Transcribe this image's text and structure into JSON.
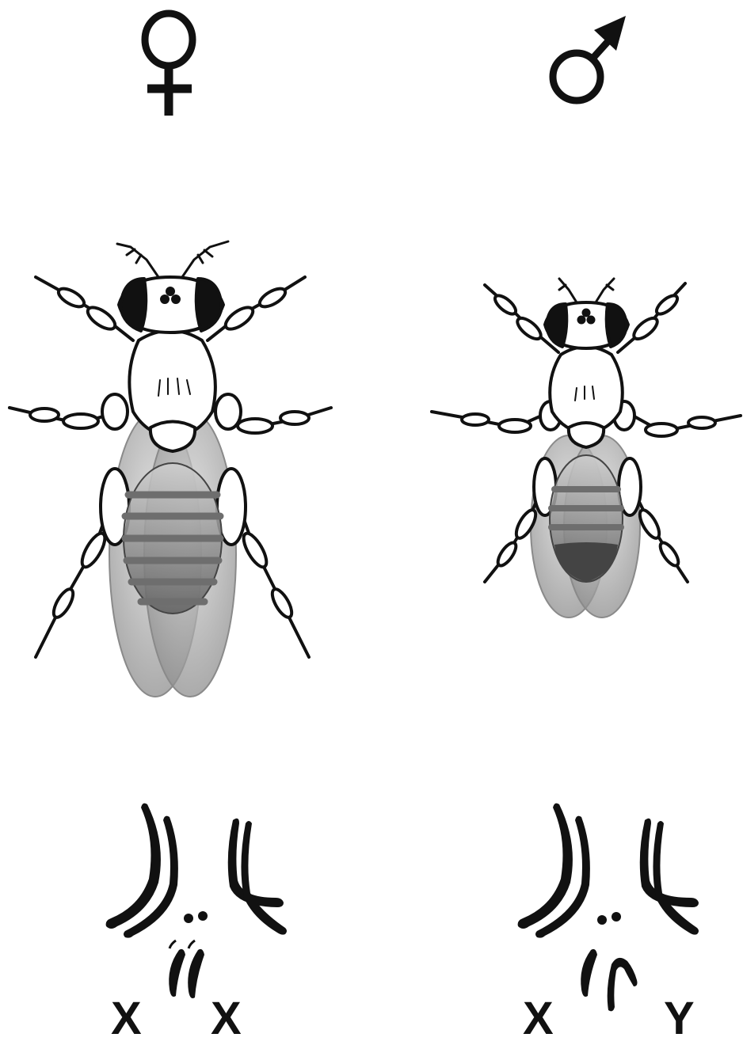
{
  "female": {
    "symbol": "female-symbol",
    "chromosome_labels": [
      "X",
      "X"
    ]
  },
  "male": {
    "symbol": "male-symbol",
    "chromosome_labels": [
      "X",
      "Y"
    ]
  },
  "colors": {
    "ink": "#111111",
    "wing": "#9a9a9a",
    "band": "#6e6e6e"
  }
}
